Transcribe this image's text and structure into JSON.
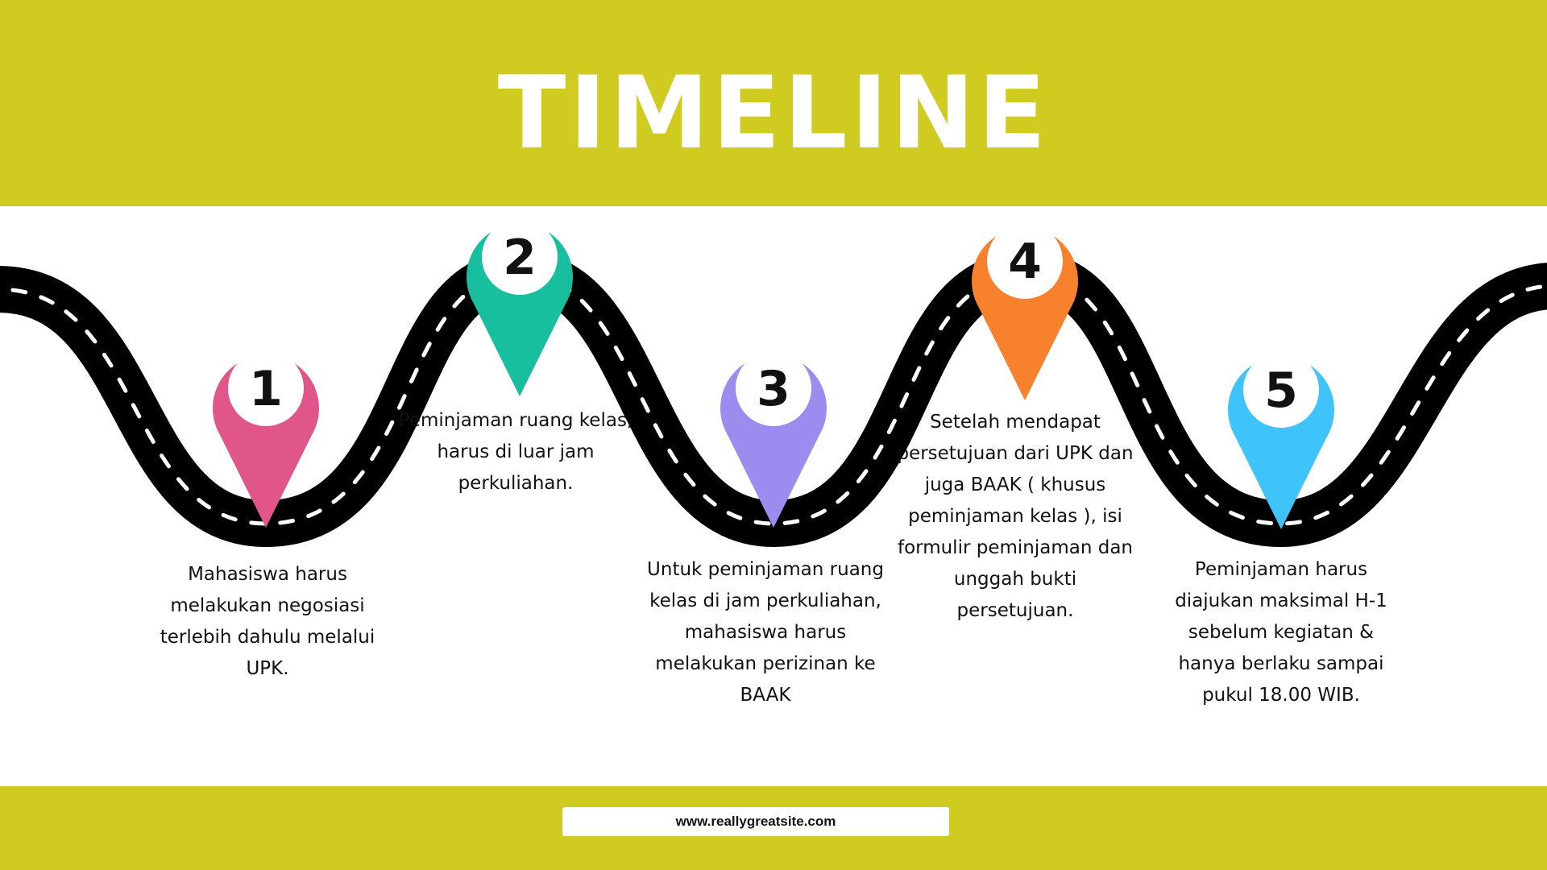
{
  "header": {
    "title": "TIMELINE"
  },
  "colors": {
    "band": "#d0cb20",
    "road": "#000000",
    "pin1": "#e0568a",
    "pin2": "#18bf9f",
    "pin3": "#9b8cf0",
    "pin4": "#f7812d",
    "pin5": "#3fc3fb"
  },
  "steps": [
    {
      "number": "1",
      "color": "#e0568a",
      "text": "Mahasiswa harus melakukan negosiasi terlebih dahulu melalui UPK."
    },
    {
      "number": "2",
      "color": "#18bf9f",
      "text": "Peminjaman ruang kelas, harus di luar jam perkuliahan."
    },
    {
      "number": "3",
      "color": "#9b8cf0",
      "text": "Untuk peminjaman ruang kelas di jam perkuliahan, mahasiswa harus melakukan perizinan ke BAAK"
    },
    {
      "number": "4",
      "color": "#f7812d",
      "text": "Setelah mendapat persetujuan dari UPK dan juga BAAK ( khusus peminjaman kelas ), isi formulir peminjaman dan unggah bukti persetujuan."
    },
    {
      "number": "5",
      "color": "#3fc3fb",
      "text": "Peminjaman harus diajukan maksimal H-1 sebelum kegiatan & hanya berlaku sampai pukul 18.00 WIB."
    }
  ],
  "footer": {
    "website": "www.reallygreatsite.com"
  }
}
